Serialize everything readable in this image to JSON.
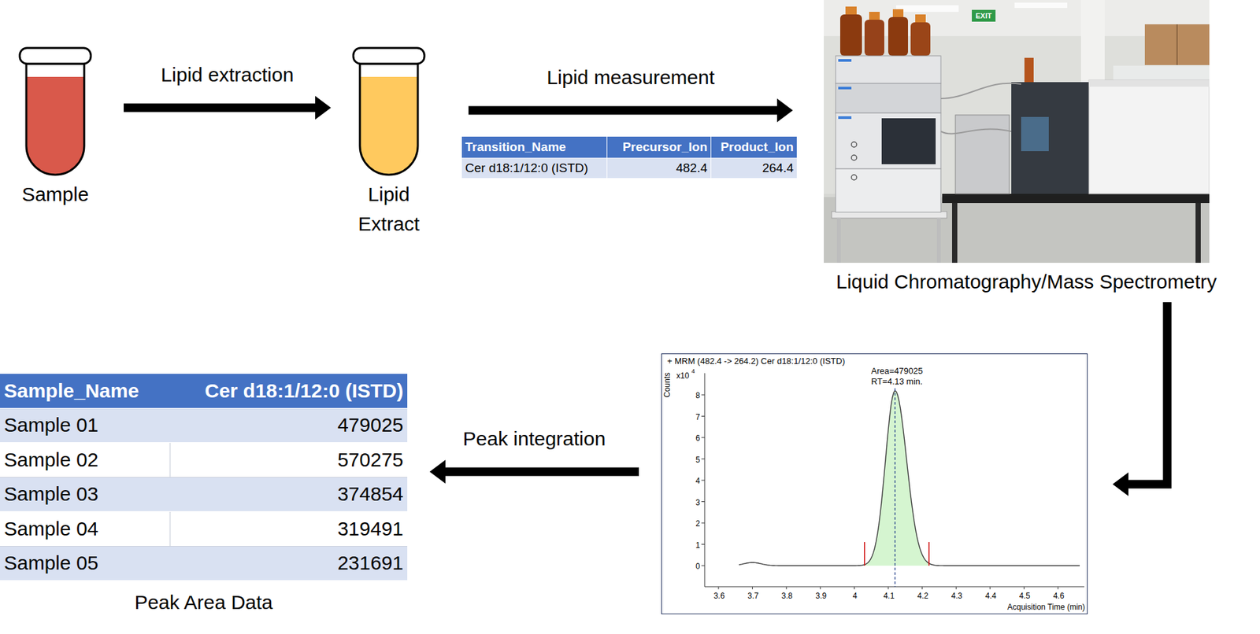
{
  "diagram": {
    "nodes": [
      {
        "text": [
          "Sample"
        ]
      },
      {
        "text": [
          "Lipid Extract"
        ]
      },
      {
        "text": [
          "Liquid Chromatography/Mass Spectrometry"
        ]
      },
      {
        "text": [
          "+ MRM (482.4 -> 264.2) Cer d18:1/12:0 (ISTD)"
        ]
      },
      {
        "text": [
          "Peak Area Data"
        ]
      }
    ],
    "edges": [
      {
        "from": 0,
        "to": 1,
        "arrow": "to",
        "label": "Lipid extraction"
      },
      {
        "from": 1,
        "to": 2,
        "arrow": "to",
        "label": "Lipid measurement"
      },
      {
        "from": 2,
        "to": 3,
        "arrow": "to"
      },
      {
        "from": 3,
        "to": 4,
        "arrow": "to",
        "label": "Peak integration"
      }
    ],
    "labels": [
      "Transition_Name",
      "Precursor_Ion",
      "Product_Ion",
      "Cer d18:1/12:0 (ISTD)",
      "482.4",
      "264.4",
      "EXIT",
      "Area=479025",
      "RT=4.13 min.",
      "Counts",
      "x10",
      "4",
      "0",
      "1",
      "2",
      "3",
      "4",
      "5",
      "6",
      "7",
      "8",
      "3.6",
      "3.7",
      "3.8",
      "3.9",
      "4",
      "4.1",
      "4.2",
      "4.3",
      "4.4",
      "4.5",
      "4.6",
      "Acquisition Time (min)",
      "Sample_Name",
      "Cer d18:1/12:0 (ISTD)",
      "Sample 01",
      "479025",
      "Sample 02",
      "570275",
      "Sample 03",
      "374854",
      "Sample 04",
      "319491",
      "Sample 05",
      "231691"
    ]
  }
}
